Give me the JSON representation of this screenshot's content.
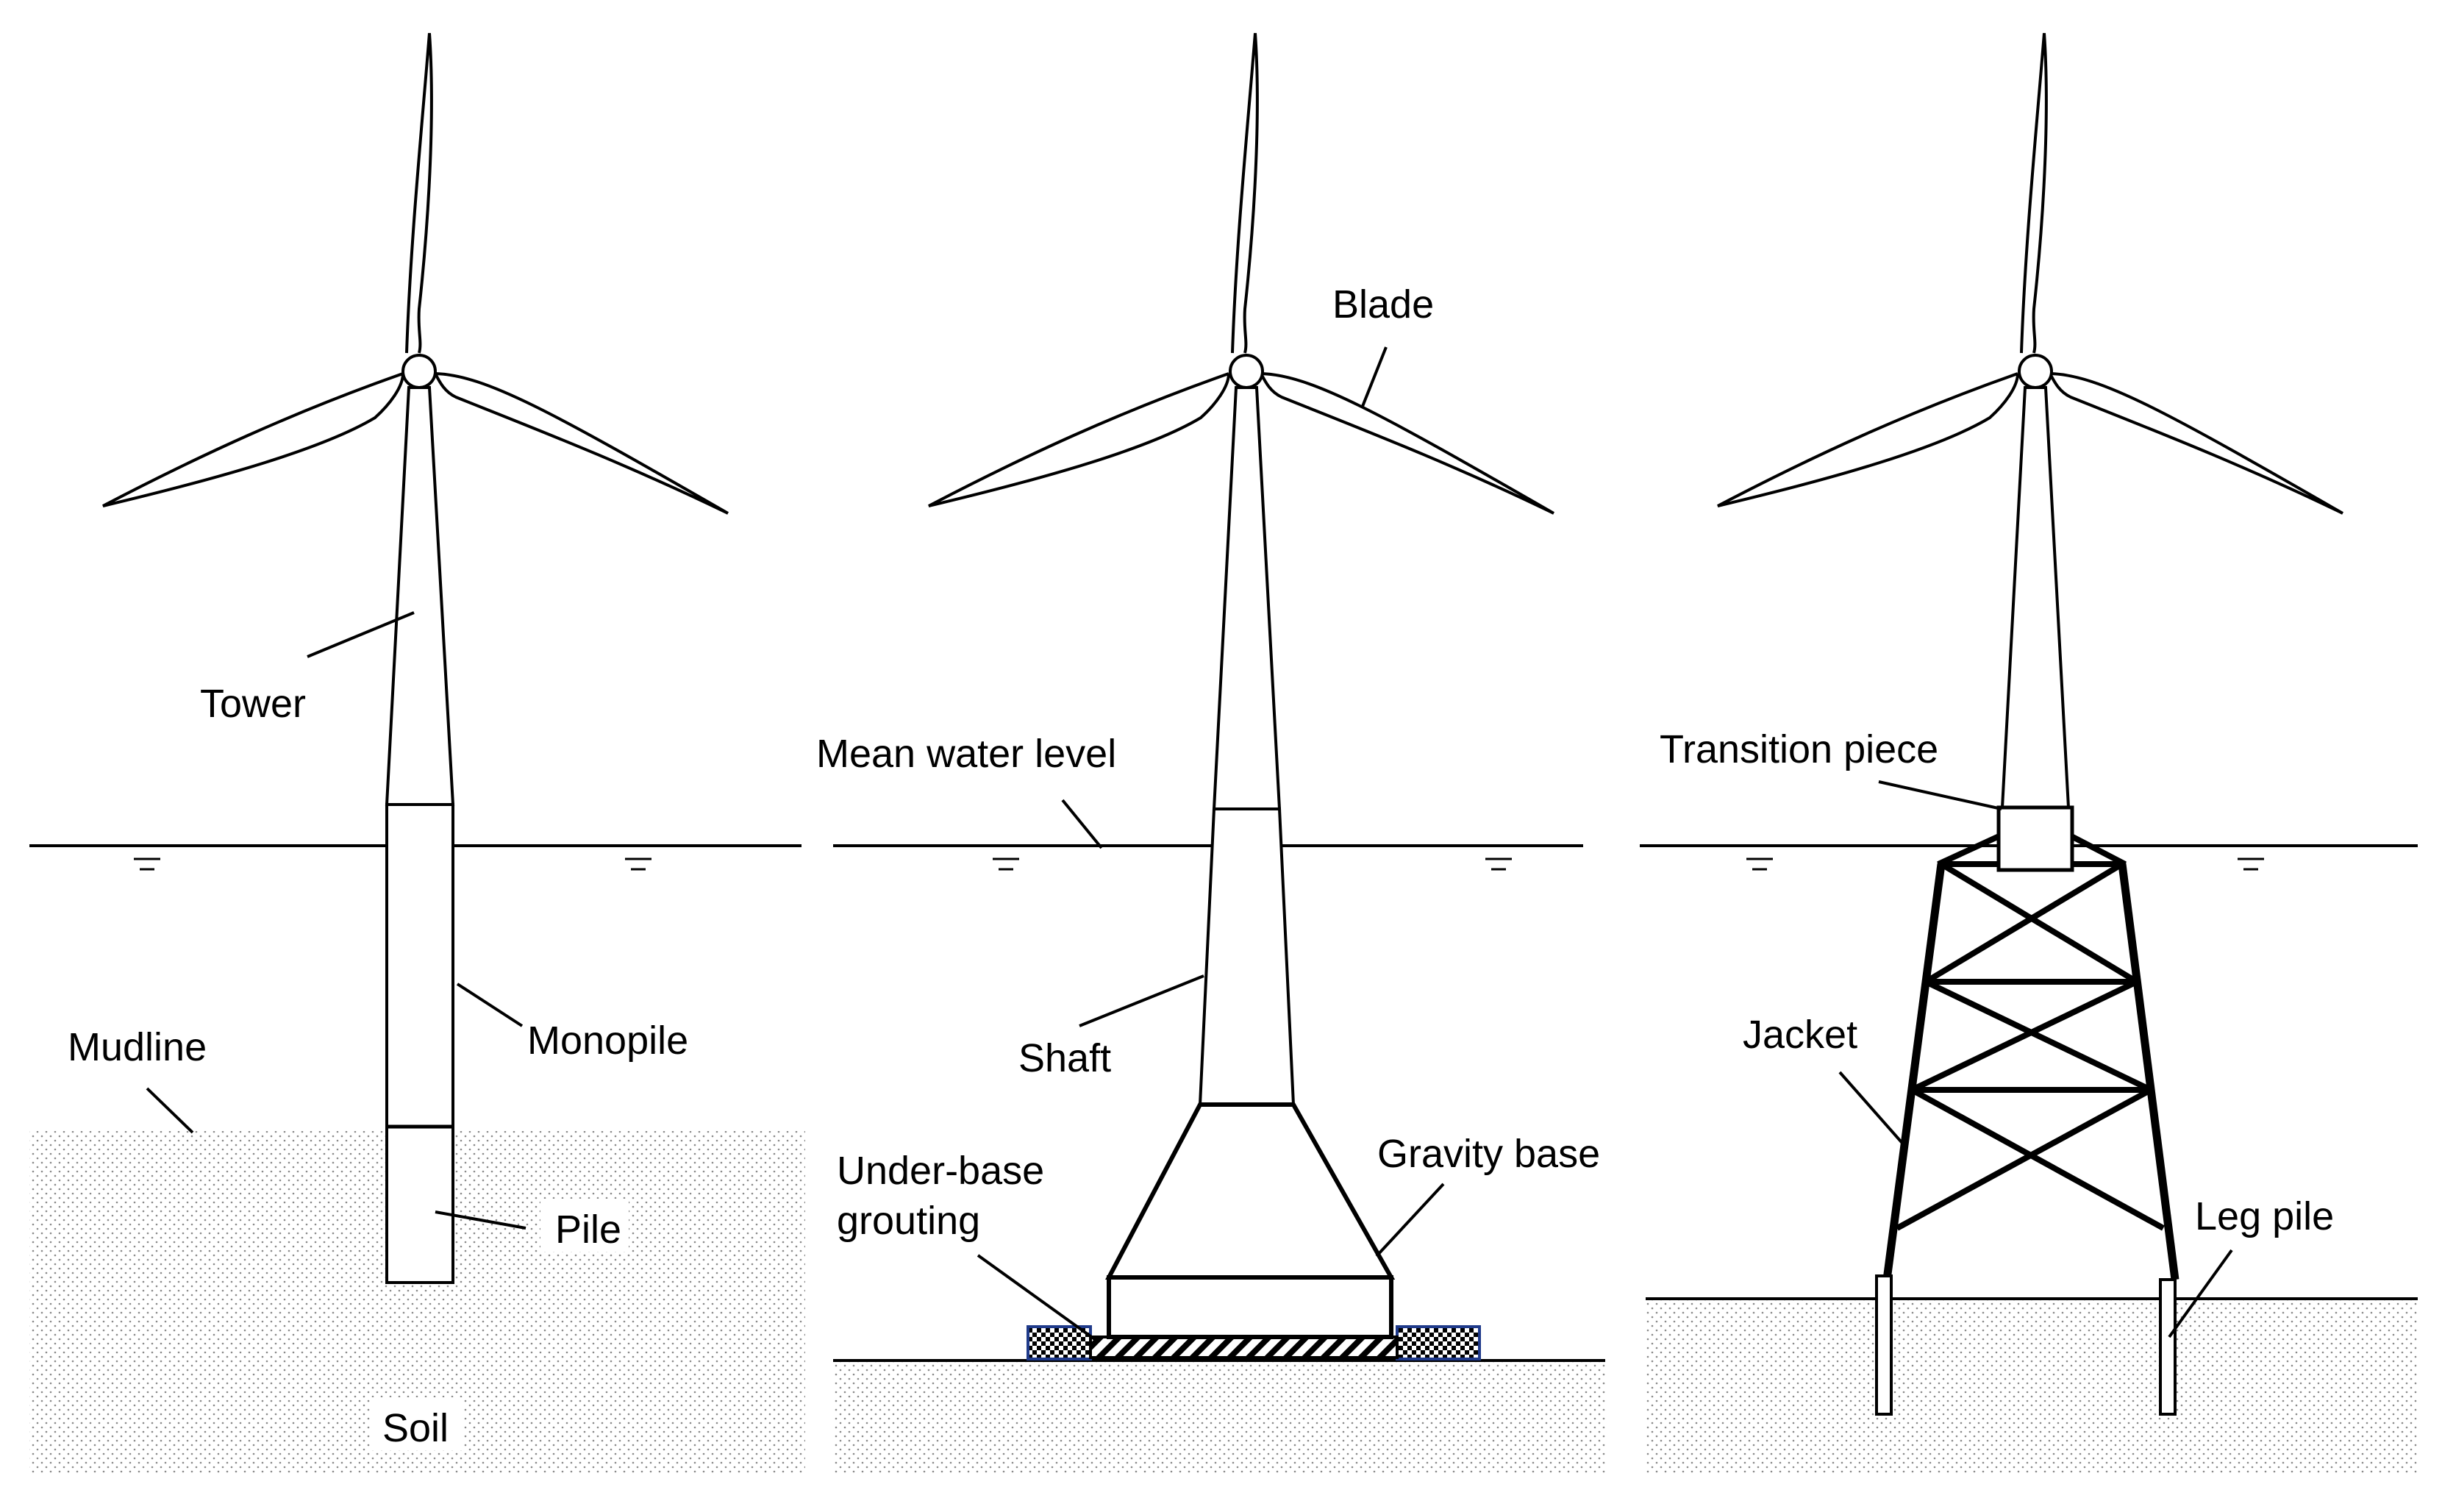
{
  "diagram": {
    "panels": [
      {
        "id": "monopile",
        "labels": {
          "tower": "Tower",
          "monopile": "Monopile",
          "mudline": "Mudline",
          "pile": "Pile",
          "soil": "Soil"
        }
      },
      {
        "id": "gravity",
        "labels": {
          "blade": "Blade",
          "mean_water_level": "Mean water level",
          "shaft": "Shaft",
          "under_base_line1": "Under-base",
          "under_base_line2": "grouting",
          "gravity_base": "Gravity base"
        }
      },
      {
        "id": "jacket",
        "labels": {
          "transition_piece": "Transition piece",
          "jacket": "Jacket",
          "leg_pile": "Leg pile"
        }
      }
    ]
  }
}
